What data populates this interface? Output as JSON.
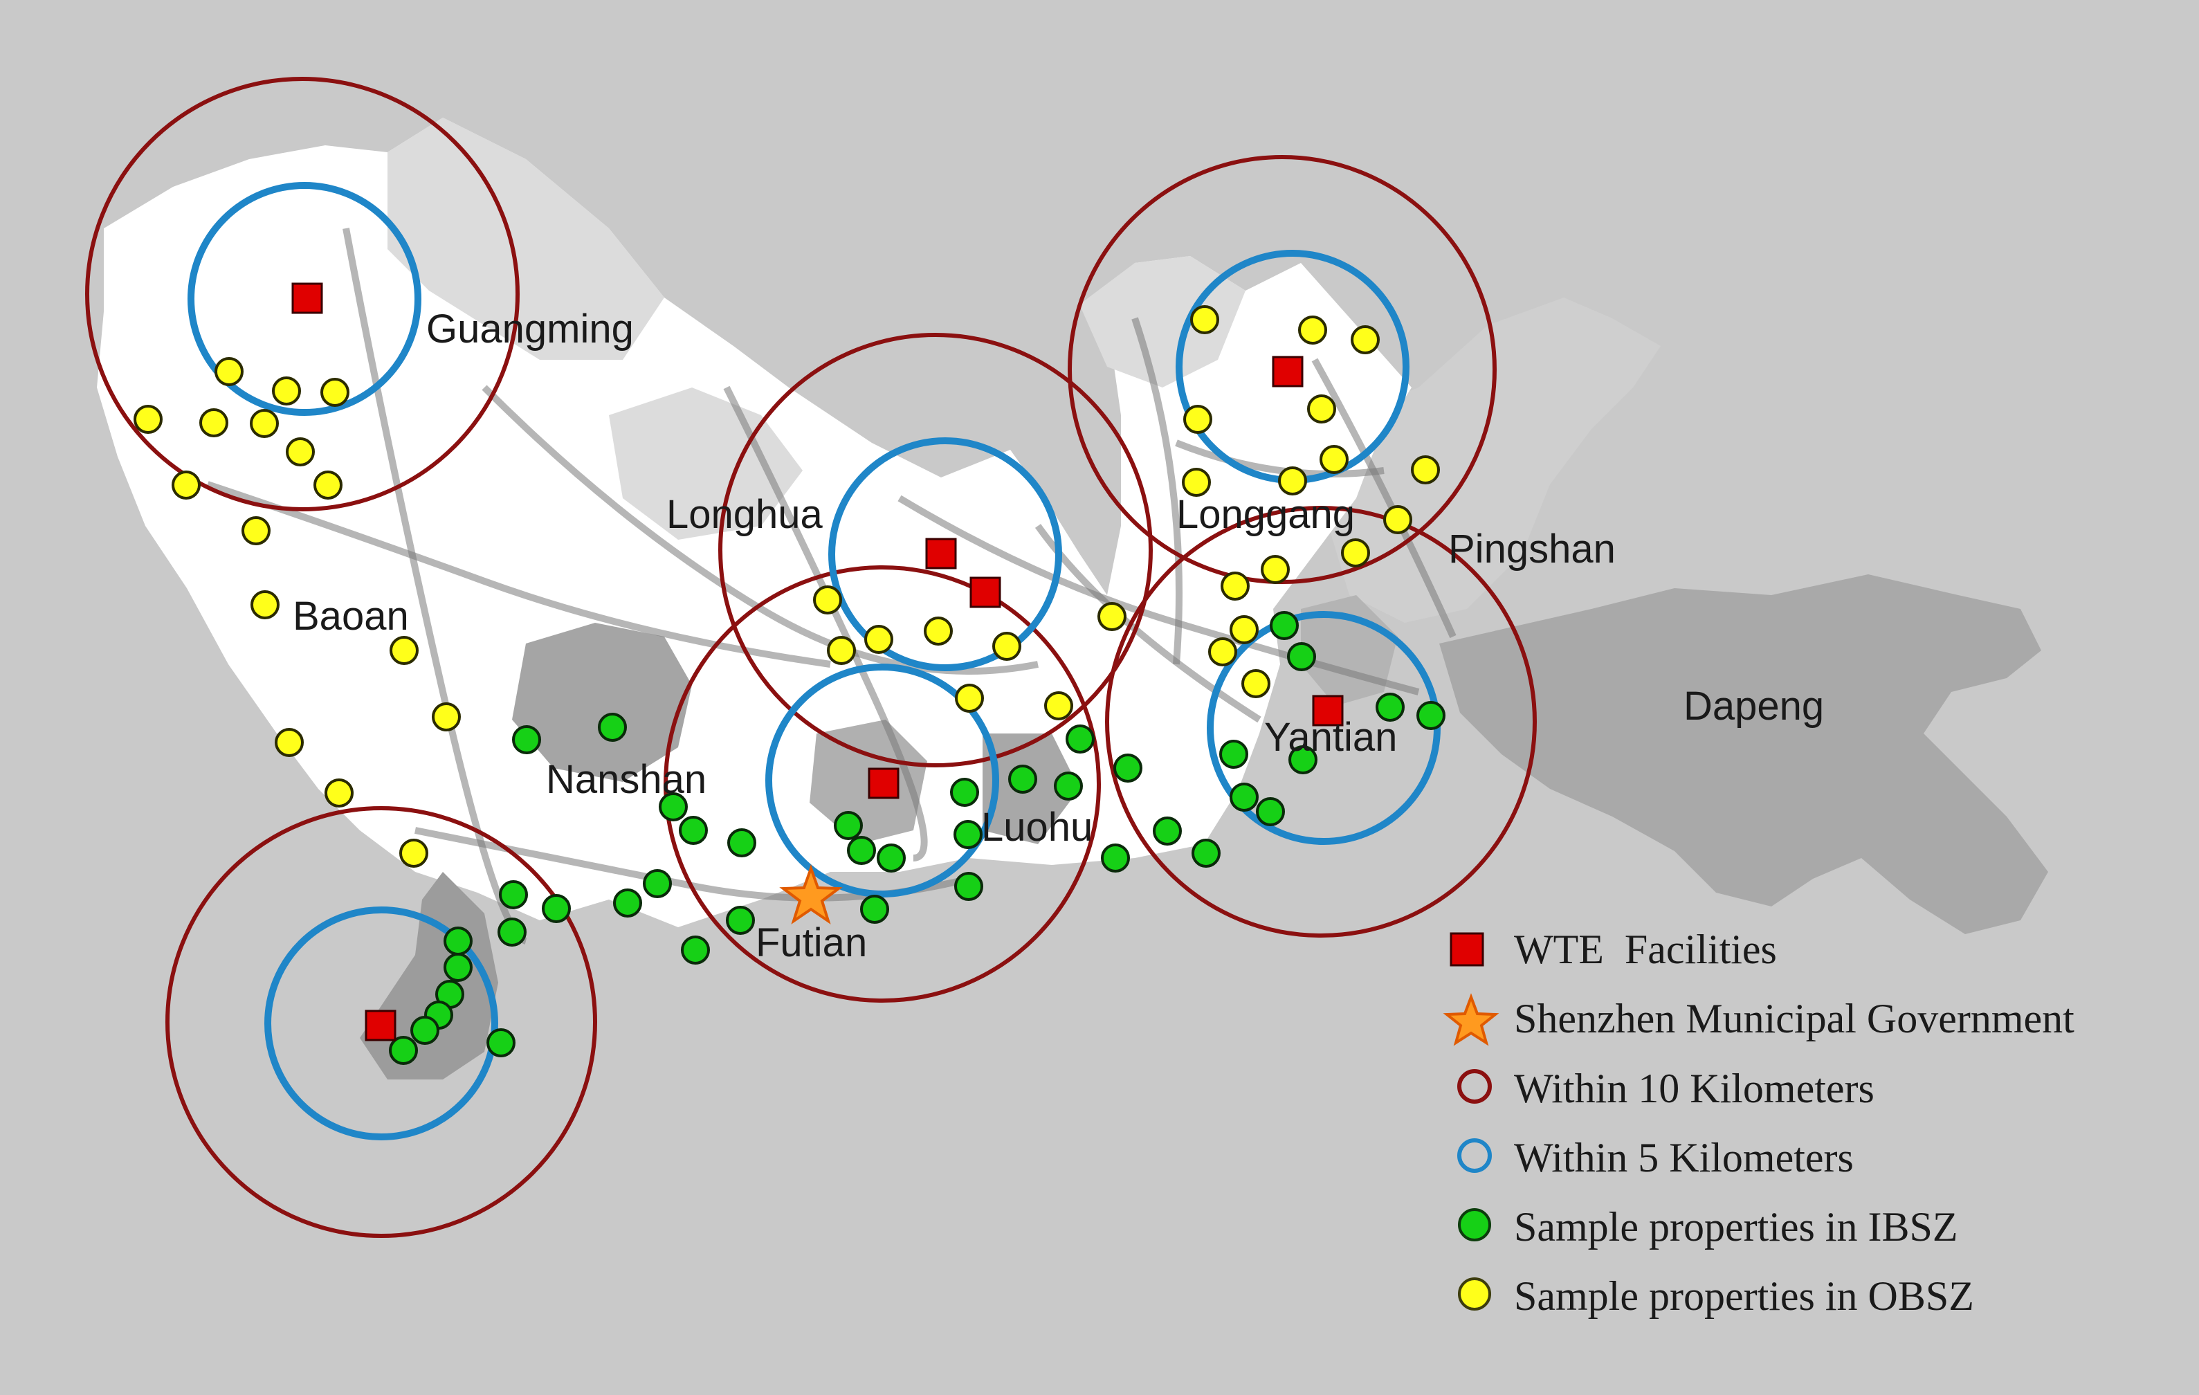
{
  "map": {
    "districts": [
      "Guangming",
      "Longhua",
      "Longgang",
      "Pingshan",
      "Baoan",
      "Nanshan",
      "Futian",
      "Luohu",
      "Yantian",
      "Dapeng"
    ]
  },
  "legend": {
    "items": [
      {
        "label": "WTE  Facilities",
        "icon": "red-square-icon",
        "color": "#e00000"
      },
      {
        "label": "Shenzhen Municipal Government",
        "icon": "orange-star-icon",
        "color": "#ff9a1f"
      },
      {
        "label": "Within 10 Kilometers",
        "icon": "dark-red-circle-icon",
        "color": "#8b1010"
      },
      {
        "label": "Within 5 Kilometers",
        "icon": "blue-circle-icon",
        "color": "#1f86c8"
      },
      {
        "label": "Sample properties in IBSZ",
        "icon": "green-dot-icon",
        "color": "#16d016"
      },
      {
        "label": "Sample properties in OBSZ",
        "icon": "yellow-dot-icon",
        "color": "#ffff1a"
      }
    ]
  },
  "colors": {
    "background": "#c9c9c9",
    "land_light": "#ffffff",
    "land_mid": "#d9d9d9",
    "land_dark": "#a8a8a8",
    "ring_10km": "#8b1010",
    "ring_5km": "#1f86c8",
    "wte": "#e00000",
    "ibsz": "#16d016",
    "obsz": "#ffff1a"
  }
}
